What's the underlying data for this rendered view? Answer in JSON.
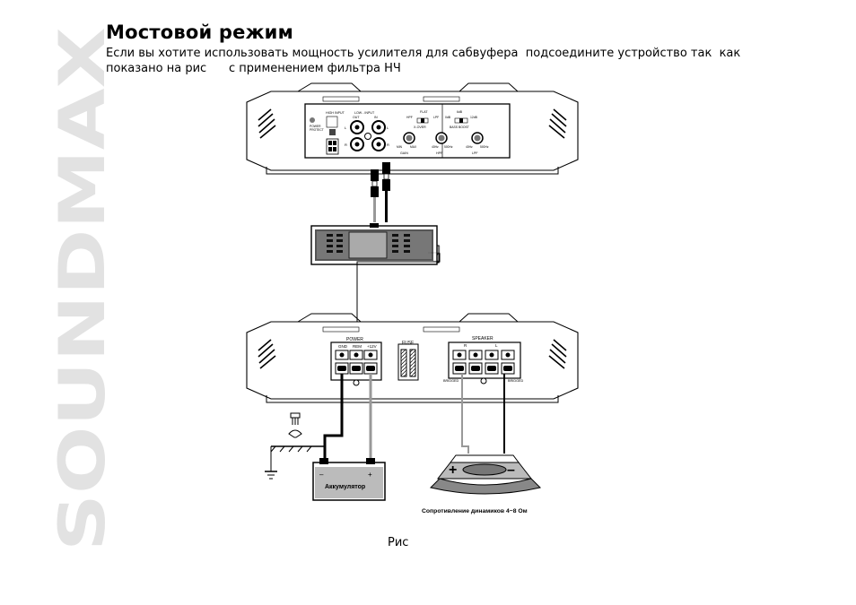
{
  "brand": {
    "text": "SOUNDMAX"
  },
  "page": {
    "title": "Мостовой режим",
    "paragraph": [
      "Если вы хотите использовать мощность усилителя для сабвуфера  подсоедините устройство так  как",
      "показано на рис      с применением фильтра НЧ"
    ],
    "caption": "Рис"
  },
  "figure": {
    "panel_labels": {
      "high_input": "HIGH INPUT",
      "low_input": "LOW - INPUT",
      "out": "OUT",
      "in": "IN",
      "l": "L",
      "r": "R",
      "power": "POWER",
      "protect": "PROTECT",
      "flat": "FLAT",
      "hpf": "HPF",
      "lpf": "LPF",
      "db0": "0dB",
      "db6": "6dB",
      "db12": "12dB",
      "xover": "X-OVER",
      "bass_boost": "BASS BOOST",
      "min": "MIN",
      "max": "MAX",
      "hz40": "40Hz",
      "hz500": "500Hz",
      "gain": "GAIN",
      "hpf2": "HPF",
      "lpf2": "LPF"
    },
    "terminal_labels": {
      "power": "POWER",
      "gnd": "GND",
      "rem": "REM",
      "v12": "+12V",
      "fuse": "FUSE",
      "speaker": "SPEAKER",
      "speaker_r": "R",
      "speaker_l": "L",
      "bridged_left": "BRIDGED",
      "bridged_right": "BRIDGED"
    },
    "battery_label": "Аккумулятор",
    "plus": "+",
    "minus": "–",
    "impedance_label": "Сопротивление динамиков 4~8 Ом"
  },
  "colors": {
    "line": "#000000",
    "wire_gray": "#999999",
    "brand_gray": "#e2e2e2"
  }
}
